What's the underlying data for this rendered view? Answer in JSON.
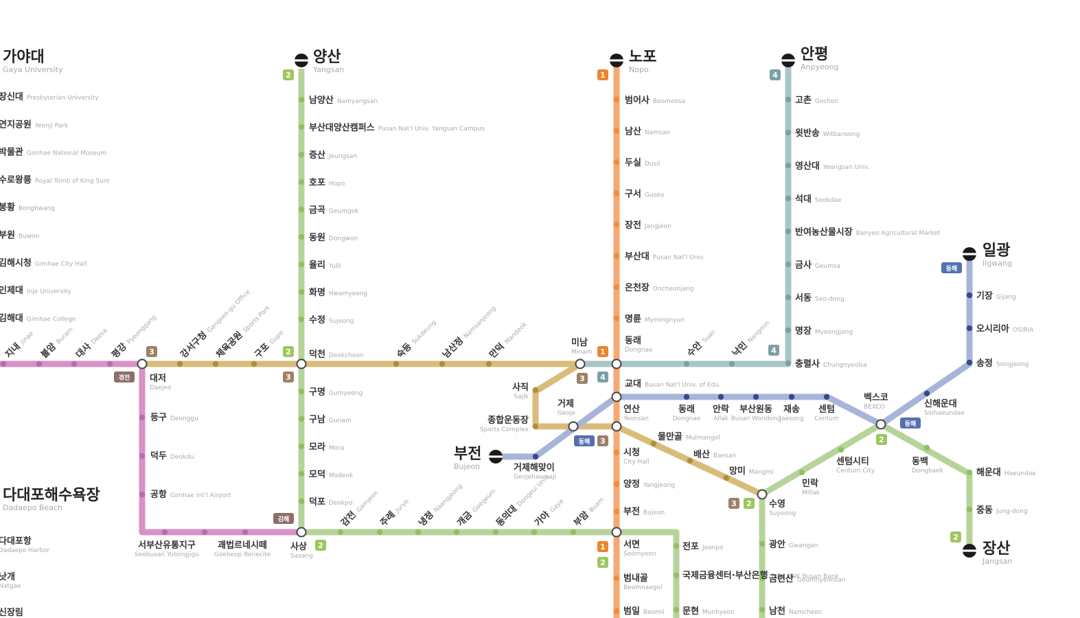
{
  "colors": {
    "line1": "#f5a973",
    "line2": "#b6d49a",
    "line3": "#d8bd7a",
    "line4": "#a8c6c8",
    "bgl": "#d991c6",
    "donghae": "#a6b5d8",
    "brt": "#a58e7c",
    "dot1": "#f08c3c",
    "dot2": "#8cc261",
    "dot3": "#b08d3a",
    "dot4": "#7aa2a4",
    "dotBgl": "#b66db0",
    "dotDh": "#364a8c",
    "badge1": "#f0832a",
    "badge2": "#9fc65e",
    "badge3": "#9b8068",
    "badge4": "#7d9fa6",
    "badgeDh": "#5470b0",
    "badgeBgl": "#8d6e6b"
  },
  "terminals": [
    {
      "name": "gaya-univ",
      "ko": "가야대",
      "en": "Gaya University"
    },
    {
      "name": "yangsan",
      "ko": "양산",
      "en": "Yangsan"
    },
    {
      "name": "nopo",
      "ko": "노포",
      "en": "Nopo"
    },
    {
      "name": "anpyeong",
      "ko": "안평",
      "en": "Anpyeong"
    },
    {
      "name": "ilgwang",
      "ko": "일광",
      "en": "Ilgwang"
    },
    {
      "name": "bujeon",
      "ko": "부전",
      "en": "Bujeon"
    },
    {
      "name": "jangsan",
      "ko": "장산",
      "en": "Jangsan"
    },
    {
      "name": "dadaepo-beach",
      "ko": "다대포해수욕장",
      "en": "Dadaepo Beach"
    }
  ],
  "badges": {
    "l1": "1",
    "l2": "2",
    "l3": "3",
    "l4": "4",
    "donghae": "동해",
    "bgl": "경전",
    "gimhae": "김해"
  },
  "stations": {
    "bglWest": [
      {
        "ko": "장신대",
        "en": "Presbyterian University"
      },
      {
        "ko": "연지공원",
        "en": "Yeonji Park"
      },
      {
        "ko": "박물관",
        "en": "Gimhae National Museum"
      },
      {
        "ko": "수로왕릉",
        "en": "Royal Tomb of King Suro"
      },
      {
        "ko": "봉황",
        "en": "Bonghwang"
      },
      {
        "ko": "부원",
        "en": "Buwon"
      },
      {
        "ko": "김해시청",
        "en": "Gimhae City Hall"
      },
      {
        "ko": "인제대",
        "en": "Inje University"
      },
      {
        "ko": "김해대",
        "en": "Gimhae College"
      }
    ],
    "bglDiag": [
      {
        "ko": "지내",
        "en": "Jinae"
      },
      {
        "ko": "불암",
        "en": "Buram"
      },
      {
        "ko": "대사",
        "en": "Daesa"
      },
      {
        "ko": "평강",
        "en": "Pyeonggang"
      }
    ],
    "line2North": [
      {
        "ko": "남양산",
        "en": "Namyangsan"
      },
      {
        "ko": "부산대양산캠퍼스",
        "en": "Pusan Nat'l Univ. Yangsan Campus"
      },
      {
        "ko": "증산",
        "en": "Jeungsan"
      },
      {
        "ko": "호포",
        "en": "Hopo"
      },
      {
        "ko": "금곡",
        "en": "Geumgok"
      },
      {
        "ko": "동원",
        "en": "Dongwon"
      },
      {
        "ko": "율리",
        "en": "Yulli"
      },
      {
        "ko": "화명",
        "en": "Hwamyeong"
      },
      {
        "ko": "수정",
        "en": "Sujeong"
      },
      {
        "ko": "덕천",
        "en": "Deokcheon"
      }
    ],
    "line2South": [
      {
        "ko": "구명",
        "en": "Gumyeong"
      },
      {
        "ko": "구남",
        "en": "Gunam"
      },
      {
        "ko": "모라",
        "en": "Mora"
      },
      {
        "ko": "모덕",
        "en": "Modeok"
      },
      {
        "ko": "덕포",
        "en": "Deokpo"
      }
    ],
    "line1North": [
      {
        "ko": "범어사",
        "en": "Beomeosa"
      },
      {
        "ko": "남산",
        "en": "Namsan"
      },
      {
        "ko": "두실",
        "en": "Dusil"
      },
      {
        "ko": "구서",
        "en": "Guseo"
      },
      {
        "ko": "장전",
        "en": "Jangjeon"
      },
      {
        "ko": "부산대",
        "en": "Pusan Nat'l Univ."
      },
      {
        "ko": "온천장",
        "en": "Oncheonjang"
      },
      {
        "ko": "명륜",
        "en": "Myeongnyun"
      },
      {
        "ko": "동래",
        "en": "Dongnae"
      }
    ],
    "line1South": [
      {
        "ko": "교대",
        "en": "Busan Nat'l Univ. of Edu."
      },
      {
        "ko": "연산",
        "en": "Yeonsan"
      },
      {
        "ko": "시청",
        "en": "City Hall"
      },
      {
        "ko": "양정",
        "en": "Yangjeong"
      },
      {
        "ko": "부전",
        "en": "Bujeon"
      },
      {
        "ko": "서면",
        "en": "Seomyeon"
      },
      {
        "ko": "범내골",
        "en": "Beomnaegol"
      },
      {
        "ko": "범일",
        "en": "Beomil"
      }
    ],
    "line4North": [
      {
        "ko": "고촌",
        "en": "Gochon"
      },
      {
        "ko": "윗반송",
        "en": "Witbansong"
      },
      {
        "ko": "영산대",
        "en": "Yeongsan Univ."
      },
      {
        "ko": "석대",
        "en": "Seokdae"
      },
      {
        "ko": "반여농산물시장",
        "en": "Banyeo Agricultural Market"
      },
      {
        "ko": "금사",
        "en": "Geumsa"
      },
      {
        "ko": "서동",
        "en": "Seo-dong"
      },
      {
        "ko": "명장",
        "en": "Myeongjang"
      },
      {
        "ko": "충렬사",
        "en": "Chungnyeolsa"
      }
    ],
    "line4Diag": [
      {
        "ko": "수안",
        "en": "Suan"
      },
      {
        "ko": "낙민",
        "en": "Nangmin"
      }
    ],
    "line3": [
      {
        "ko": "강서구청",
        "en": "Gangseo-gu Office"
      },
      {
        "ko": "체육공원",
        "en": "Sports Park"
      },
      {
        "ko": "구포",
        "en": "Gupo"
      },
      {
        "ko": "숙등",
        "en": "Sukdeung"
      },
      {
        "ko": "남산정",
        "en": "Namsanjeong"
      },
      {
        "ko": "만덕",
        "en": "Mandeok"
      },
      {
        "ko": "미남",
        "en": "Minam"
      },
      {
        "ko": "사직",
        "en": "Sajik"
      },
      {
        "ko": "종합운동장",
        "en": "Sports Complex"
      },
      {
        "ko": "거제",
        "en": "Geoje"
      },
      {
        "ko": "물만골",
        "en": "Mulmangol"
      },
      {
        "ko": "배산",
        "en": "Baesan"
      },
      {
        "ko": "망미",
        "en": "Mangmi"
      },
      {
        "ko": "수영",
        "en": "Suyeong"
      }
    ],
    "bglSouth": [
      {
        "ko": "대저",
        "en": "Daejeo"
      },
      {
        "ko": "등구",
        "en": "Deunggu"
      },
      {
        "ko": "덕두",
        "en": "Deokdu"
      },
      {
        "ko": "공항",
        "en": "Gimhae Int'l Airport"
      },
      {
        "ko": "서부산유통지구",
        "en": "Seobusan Yutongjigu"
      },
      {
        "ko": "괘법르네시떼",
        "en": "Goebeop Renecite"
      },
      {
        "ko": "사상",
        "en": "Sasang"
      }
    ],
    "line2Diag": [
      {
        "ko": "감전",
        "en": "Gamjeon"
      },
      {
        "ko": "주례",
        "en": "Jurye"
      },
      {
        "ko": "냉정",
        "en": "Naengjeong"
      },
      {
        "ko": "개금",
        "en": "Gaegeum"
      },
      {
        "ko": "동의대",
        "en": "Dongeui Univ."
      },
      {
        "ko": "가야",
        "en": "Gaya"
      },
      {
        "ko": "부암",
        "en": "Buam"
      }
    ],
    "line2East": [
      {
        "ko": "전포",
        "en": "Jeonpo"
      },
      {
        "ko": "국제금융센터·부산은행",
        "en": "BIFC·BNK Busan Bank"
      },
      {
        "ko": "문현",
        "en": "Munhyeon"
      },
      {
        "ko": "광안",
        "en": "Gwangan"
      },
      {
        "ko": "금련산",
        "en": "Geumnyeonsan"
      },
      {
        "ko": "남천",
        "en": "Namcheon"
      },
      {
        "ko": "민락",
        "en": "Millak"
      },
      {
        "ko": "센텀시티",
        "en": "Centum City"
      },
      {
        "ko": "벡스코",
        "en": "BEXCO"
      },
      {
        "ko": "동백",
        "en": "Dongbaek"
      },
      {
        "ko": "해운대",
        "en": "Haeundae"
      },
      {
        "ko": "중동",
        "en": "Jung-dong"
      }
    ],
    "donghae": [
      {
        "ko": "거제해맞이",
        "en": "Geojehaemaji"
      },
      {
        "ko": "동래",
        "en": "Dongnae"
      },
      {
        "ko": "안락",
        "en": "Allak"
      },
      {
        "ko": "부산원동",
        "en": "Busan Wondong"
      },
      {
        "ko": "재송",
        "en": "Jaesong"
      },
      {
        "ko": "센텀",
        "en": "Centum"
      },
      {
        "ko": "신해운대",
        "en": "Sinhaeundae"
      },
      {
        "ko": "송정",
        "en": "Songjeong"
      },
      {
        "ko": "오시리아",
        "en": "OSIRIA"
      },
      {
        "ko": "기장",
        "en": "Gijang"
      }
    ],
    "leftBottom": [
      {
        "ko": "다대포항",
        "en": "Dadaepo Harbor"
      },
      {
        "ko": "낫개",
        "en": "Natgae"
      },
      {
        "ko": "신장림",
        "en": ""
      }
    ]
  }
}
